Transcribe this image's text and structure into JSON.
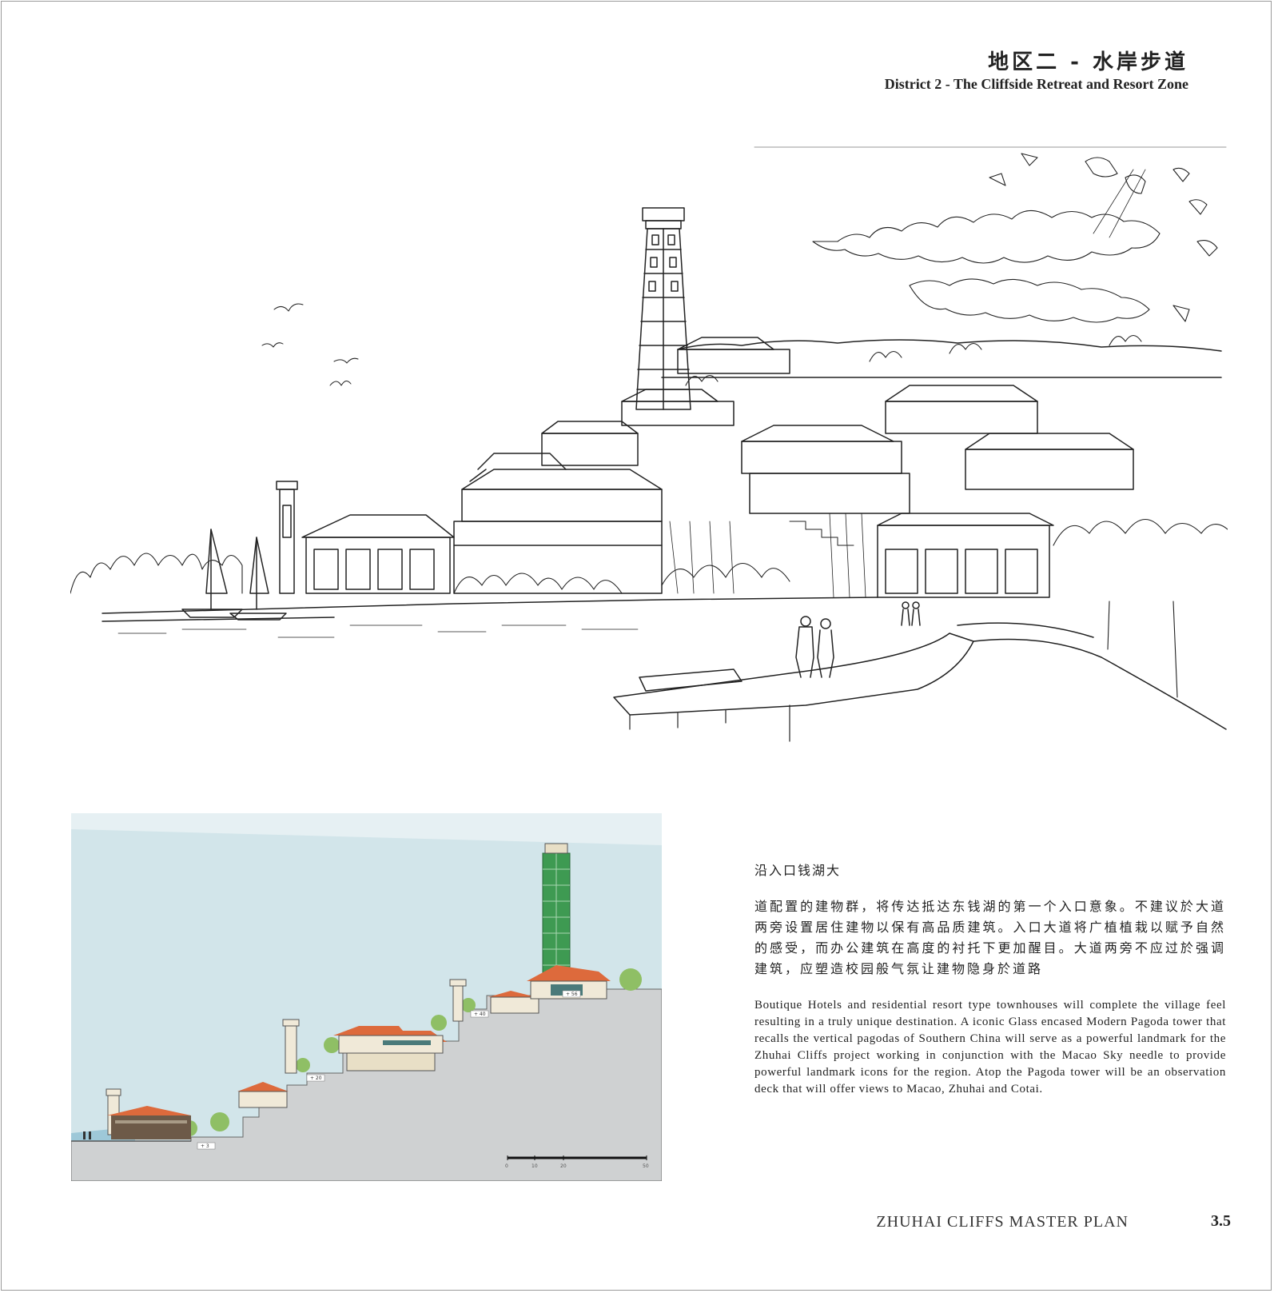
{
  "header": {
    "title_cn": "地区二 - 水岸步道",
    "title_en": "District 2 - The Cliffside Retreat and Resort Zone"
  },
  "section_diagram": {
    "elevation_labels": [
      "+ 3",
      "+ 20",
      "+ 40",
      "+ 56"
    ],
    "scale_labels": [
      "0",
      "10",
      "20",
      "50"
    ],
    "colors": {
      "sky": "#d2e5ea",
      "ground": "#cfd1d2",
      "roof": "#dd6a3c",
      "glass_tower": "#3e9a52",
      "tree": "#8fbf65",
      "water": "#9ec8d8"
    }
  },
  "text": {
    "cn_heading": "沿入口钱湖大",
    "cn_body": "道配置的建物群，将传达抵达东钱湖的第一个入口意象。不建议於大道两旁设置居住建物以保有高品质建筑。入口大道将广植植栽以赋予自然的感受，而办公建筑在高度的衬托下更加醒目。大道两旁不应过於强调建筑，应塑造校园般气氛让建物隐身於道路",
    "en_body": "Boutique Hotels and residential resort type townhouses will complete the village feel resulting in a truly unique destination. A iconic Glass encased Modern Pagoda tower  that recalls the vertical pagodas of Southern China will serve as a powerful landmark for the Zhuhai Cliffs project working in conjunction with the Macao Sky needle to provide powerful landmark icons for the region. Atop the Pagoda tower will be an observation deck that will offer views to Macao, Zhuhai and Cotai."
  },
  "footer": {
    "title": "ZHUHAI CLIFFS MASTER PLAN",
    "page": "3.5"
  }
}
